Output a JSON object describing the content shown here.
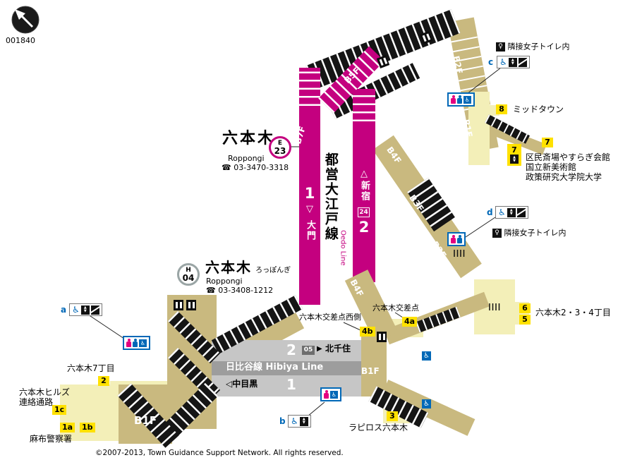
{
  "meta": {
    "map_id": "001840",
    "copyright": "©2007-2013, Town Guidance Support Network. All rights reserved."
  },
  "colors": {
    "oedo_magenta": "#c4007f",
    "hibiya_silver": "#9aa5a5",
    "walkway_tan": "#c9b97f",
    "floor_pale_yellow": "#f3efb8",
    "exit_yellow": "#ffe100",
    "facility_blue": "#0068b7"
  },
  "oedo_station": {
    "name": "六本木",
    "romaji": "Roppongi",
    "phone": "☎ 03-3470-3318",
    "line_letter": "E",
    "station_number": "23"
  },
  "hibiya_station": {
    "name": "六本木",
    "kana": "ろっぽんぎ",
    "romaji": "Roppongi",
    "phone": "☎ 03-3408-1212",
    "line_letter": "H",
    "station_number": "04"
  },
  "oedo_platform": {
    "line_name": "都営大江戸線",
    "line_name_en": "Oedo Line",
    "floor": "B7F",
    "platform_1": "1",
    "platform_2": "2",
    "to_shinjuku": "新宿",
    "to_daimon": "大門",
    "car_stop": "24"
  },
  "hibiya_platform": {
    "line_name": "日比谷線 Hibiya Line",
    "platform_1": "1",
    "platform_2": "2",
    "to_kitasenju": "北千住",
    "to_nakameguro": "◁中目黒",
    "stop_badge": "05"
  },
  "floor_labels": {
    "b5f": "B5F",
    "b2f_ne": "B2F",
    "b1f_ne": "B1F",
    "b4f_e": "B4F",
    "b3f_e": "B3F",
    "b2f_e": "B2F",
    "b4f_s": "B4F",
    "b1f_hibiya": "B1F",
    "b1f_sw": "B1F"
  },
  "exits": {
    "e8": {
      "id": "8",
      "label": "ミッドタウン"
    },
    "e7": {
      "id": "7"
    },
    "e7_elev": {
      "id": "7",
      "lines": [
        "区民斎場やすらぎ会館",
        "国立新美術館",
        "政策研究大学院大学"
      ]
    },
    "e6": {
      "id": "6"
    },
    "e5": {
      "id": "5"
    },
    "e56_label": "六本木2・3・4丁目",
    "e4a": {
      "id": "4a",
      "label": "六本木交差点"
    },
    "e4b": {
      "id": "4b",
      "label": "六本木交差点西側"
    },
    "e3": {
      "id": "3",
      "label": "ラピロス六本木"
    },
    "e2": {
      "id": "2",
      "label": "六本木7丁目"
    },
    "e1c": {
      "id": "1c",
      "label_line1": "六本木ヒルズ",
      "label_line2": "連絡通路"
    },
    "e1a": {
      "id": "1a"
    },
    "e1b": {
      "id": "1b"
    },
    "e1ab_label": "麻布警察署"
  },
  "facilities": {
    "a": "a",
    "b": "b",
    "c": "c",
    "d": "d",
    "adjacent_toilet_note": "隣接女子トイレ内"
  },
  "glyphs": {
    "triangle_down": "▽",
    "triangle_up": "△",
    "triangle_right": "▶",
    "tri_up_fill": "▲",
    "tri_down_fill": "▼",
    "wheelchair": "♿",
    "female": "♀"
  }
}
